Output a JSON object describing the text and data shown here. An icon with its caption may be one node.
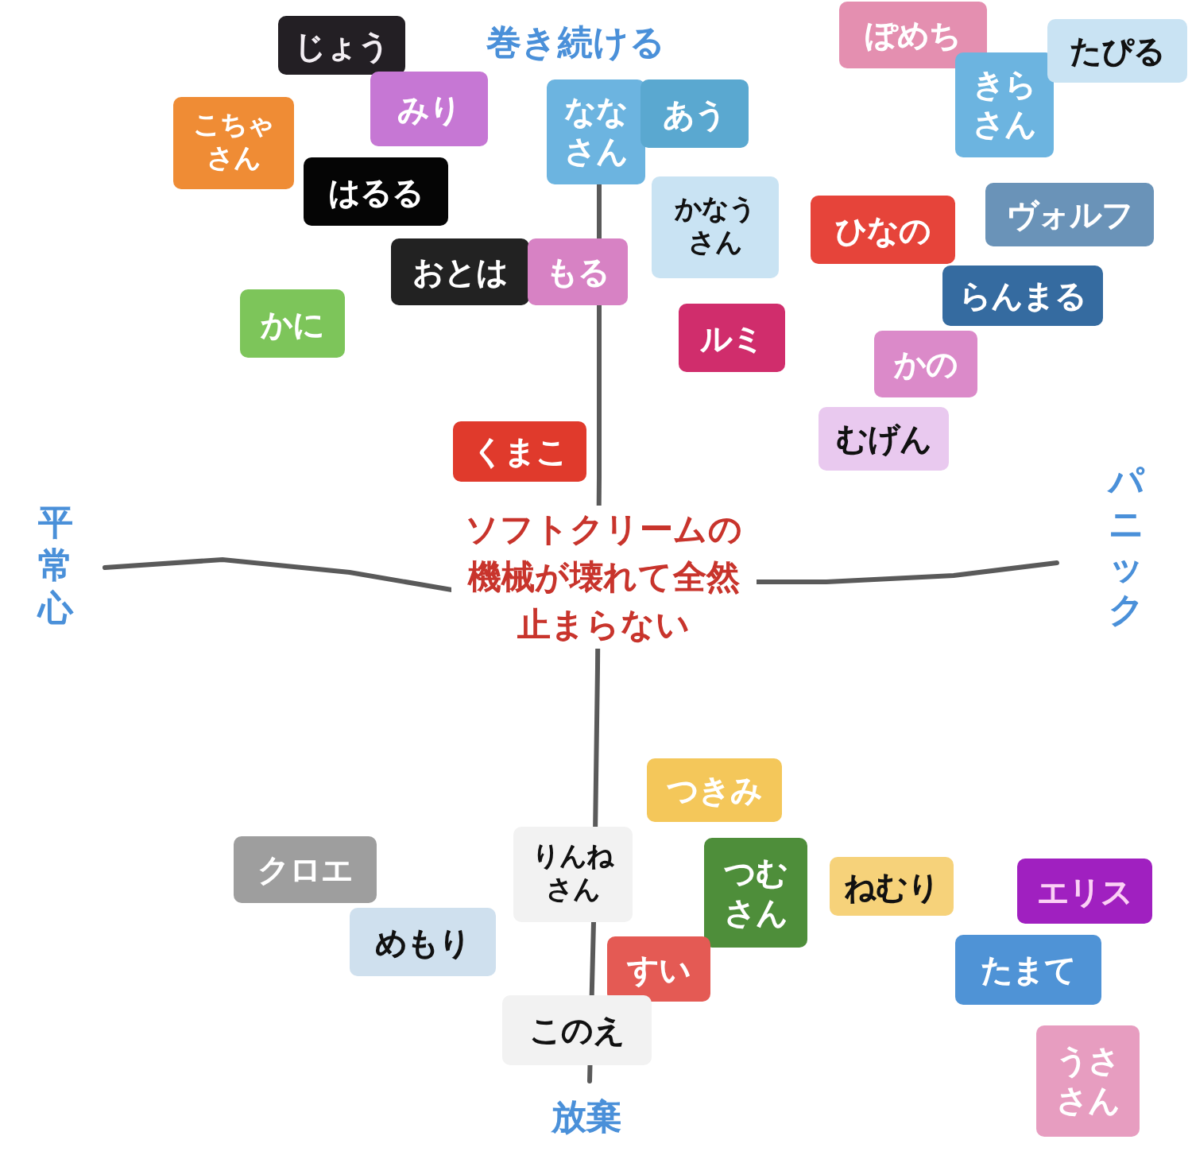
{
  "diagram": {
    "title": "ソフトクリームの機械が壊れて全然止まらない",
    "nodes": [
      {
        "text": [
          "じょう"
        ]
      },
      {
        "text": [
          "みり"
        ]
      },
      {
        "text": [
          "こちゃさん"
        ]
      },
      {
        "text": [
          "ななさん"
        ]
      },
      {
        "text": [
          "あう"
        ]
      },
      {
        "text": [
          "はるる"
        ]
      },
      {
        "text": [
          "おとは"
        ]
      },
      {
        "text": [
          "もる"
        ]
      },
      {
        "text": [
          "かなうさん"
        ]
      },
      {
        "text": [
          "かに"
        ]
      },
      {
        "text": [
          "ルミ"
        ]
      },
      {
        "text": [
          "ぽめち"
        ]
      },
      {
        "text": [
          "きらさん"
        ]
      },
      {
        "text": [
          "たぴる"
        ]
      },
      {
        "text": [
          "ひなの"
        ]
      },
      {
        "text": [
          "ヴォルフ"
        ]
      },
      {
        "text": [
          "らんまる"
        ]
      },
      {
        "text": [
          "かの"
        ]
      },
      {
        "text": [
          "むげん"
        ]
      },
      {
        "text": [
          "くまこ"
        ]
      },
      {
        "text": [
          "つきみ"
        ]
      },
      {
        "text": [
          "クロエ"
        ]
      },
      {
        "text": [
          "りんねさん"
        ]
      },
      {
        "text": [
          "つむさん"
        ]
      },
      {
        "text": [
          "ねむり"
        ]
      },
      {
        "text": [
          "エリス"
        ]
      },
      {
        "text": [
          "めもり"
        ]
      },
      {
        "text": [
          "すい"
        ]
      },
      {
        "text": [
          "たまて"
        ]
      },
      {
        "text": [
          "このえ"
        ]
      },
      {
        "text": [
          "うささん"
        ]
      }
    ],
    "labels": [
      "巻き続ける",
      "平常心",
      "パニック",
      "放棄"
    ]
  }
}
